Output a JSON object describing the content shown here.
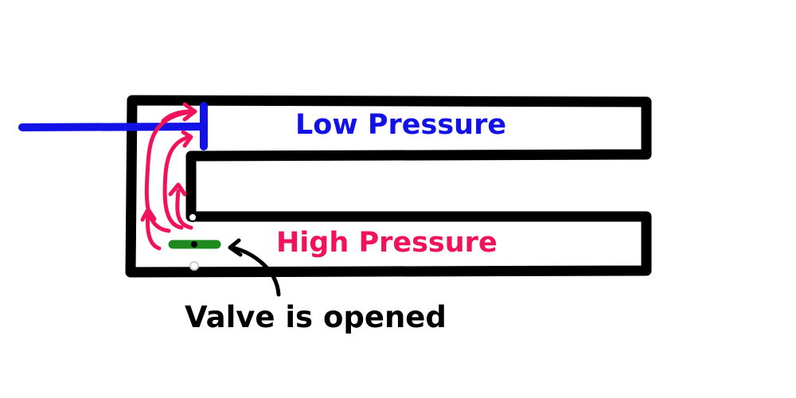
{
  "labels": {
    "low_pressure": "Low Pressure",
    "high_pressure": "High Pressure",
    "valve_status": "Valve is opened"
  },
  "colors": {
    "pipe": "#000000",
    "low_pressure": "#1212e6",
    "high_pressure": "#f0125a",
    "flow_arrows": "#f0125a",
    "valve": "#1e8a1e",
    "annotation": "#000000"
  },
  "icons": {
    "valve": "valve-icon",
    "flow": "flow-arrow-icon",
    "pointer": "curved-arrow-icon"
  }
}
